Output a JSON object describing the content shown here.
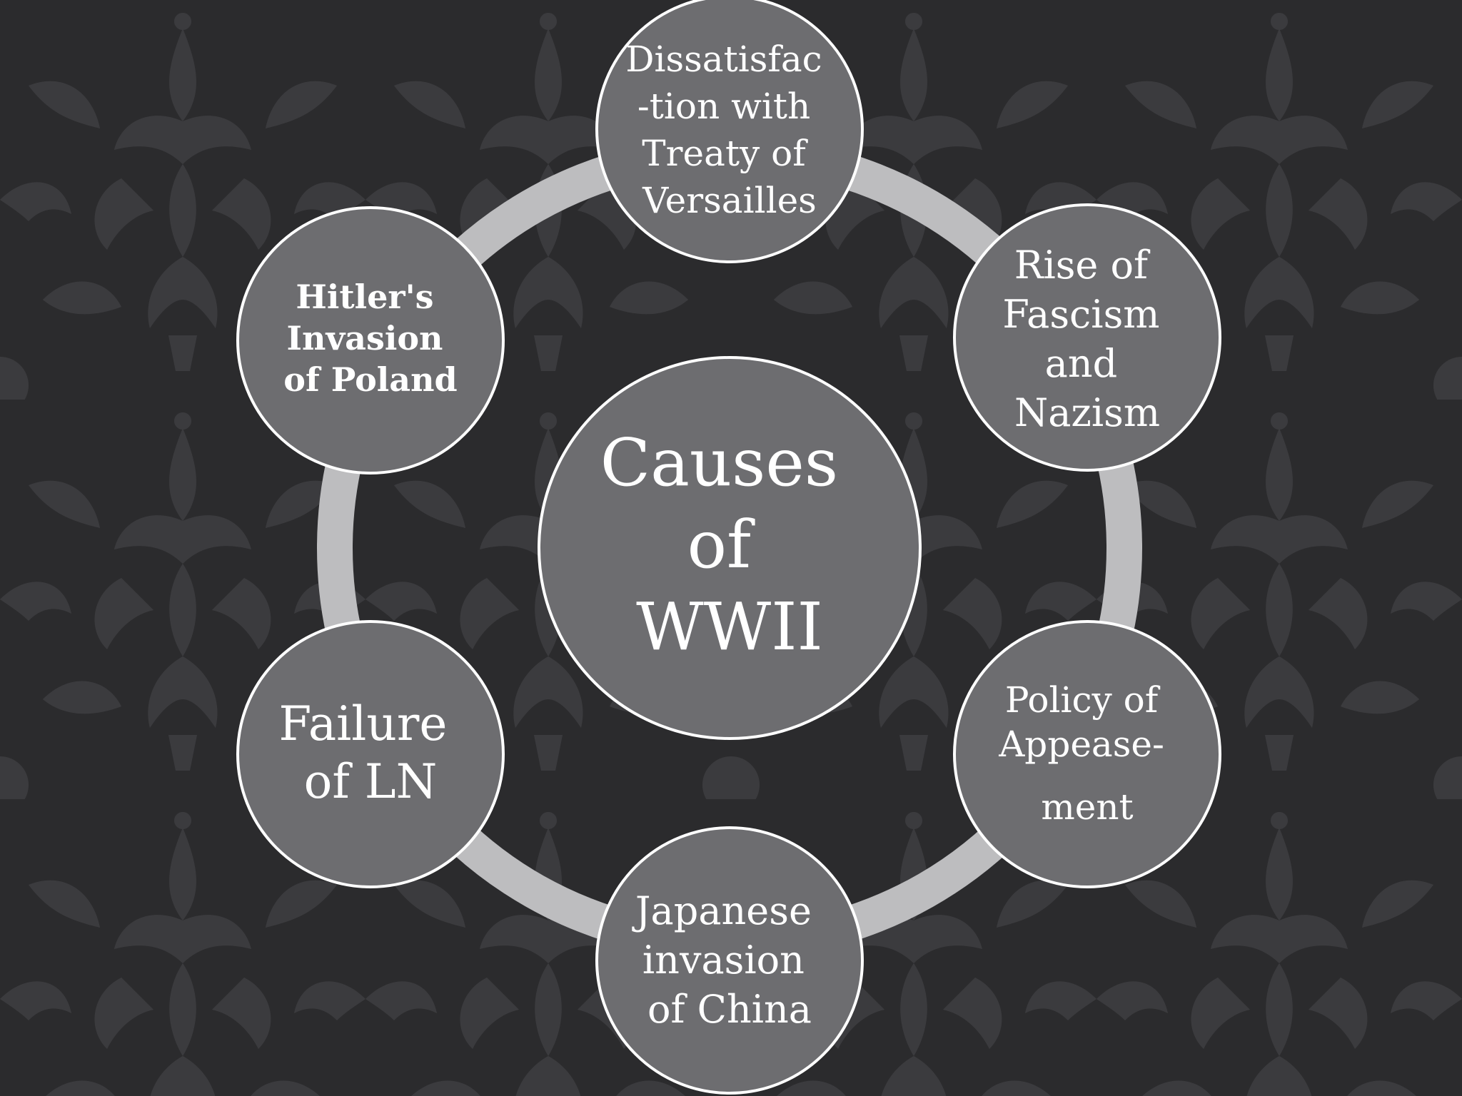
{
  "center_node": {
    "lines": [
      "Causes",
      "of",
      "WWII"
    ]
  },
  "nodes": {
    "versailles": {
      "lines": [
        "Dissatisfac",
        "-tion with",
        "Treaty of",
        "Versailles"
      ]
    },
    "fascism": {
      "lines": [
        "Rise of",
        "Fascism",
        "and",
        "Nazism"
      ]
    },
    "appeasement": {
      "lines": [
        "Policy of",
        "Appease-",
        "ment"
      ]
    },
    "china": {
      "lines": [
        "Japanese",
        "invasion",
        "of  China"
      ]
    },
    "league": {
      "lines": [
        "Failure",
        "of  LN"
      ]
    },
    "poland": {
      "lines": [
        "Hitler's",
        "Invasion",
        "of  Poland"
      ]
    }
  },
  "colors": {
    "background": "#2b2b2d",
    "damask_pattern": "#3e3e41",
    "ring": "#bdbdbf",
    "node_fill": "#6d6d70",
    "node_outline": "#ffffff",
    "text": "#ffffff"
  }
}
